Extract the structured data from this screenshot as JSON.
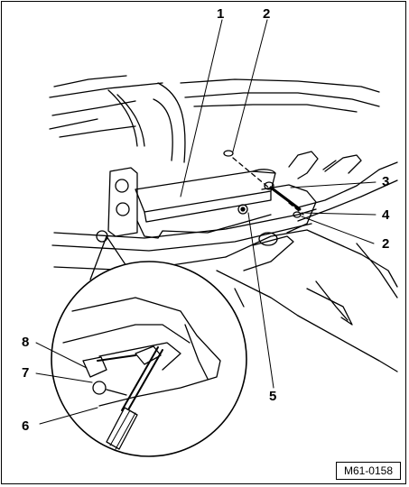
{
  "figure": {
    "code": "M61-0158",
    "callouts": [
      "1",
      "2",
      "2",
      "3",
      "4",
      "5",
      "6",
      "7",
      "8"
    ]
  }
}
